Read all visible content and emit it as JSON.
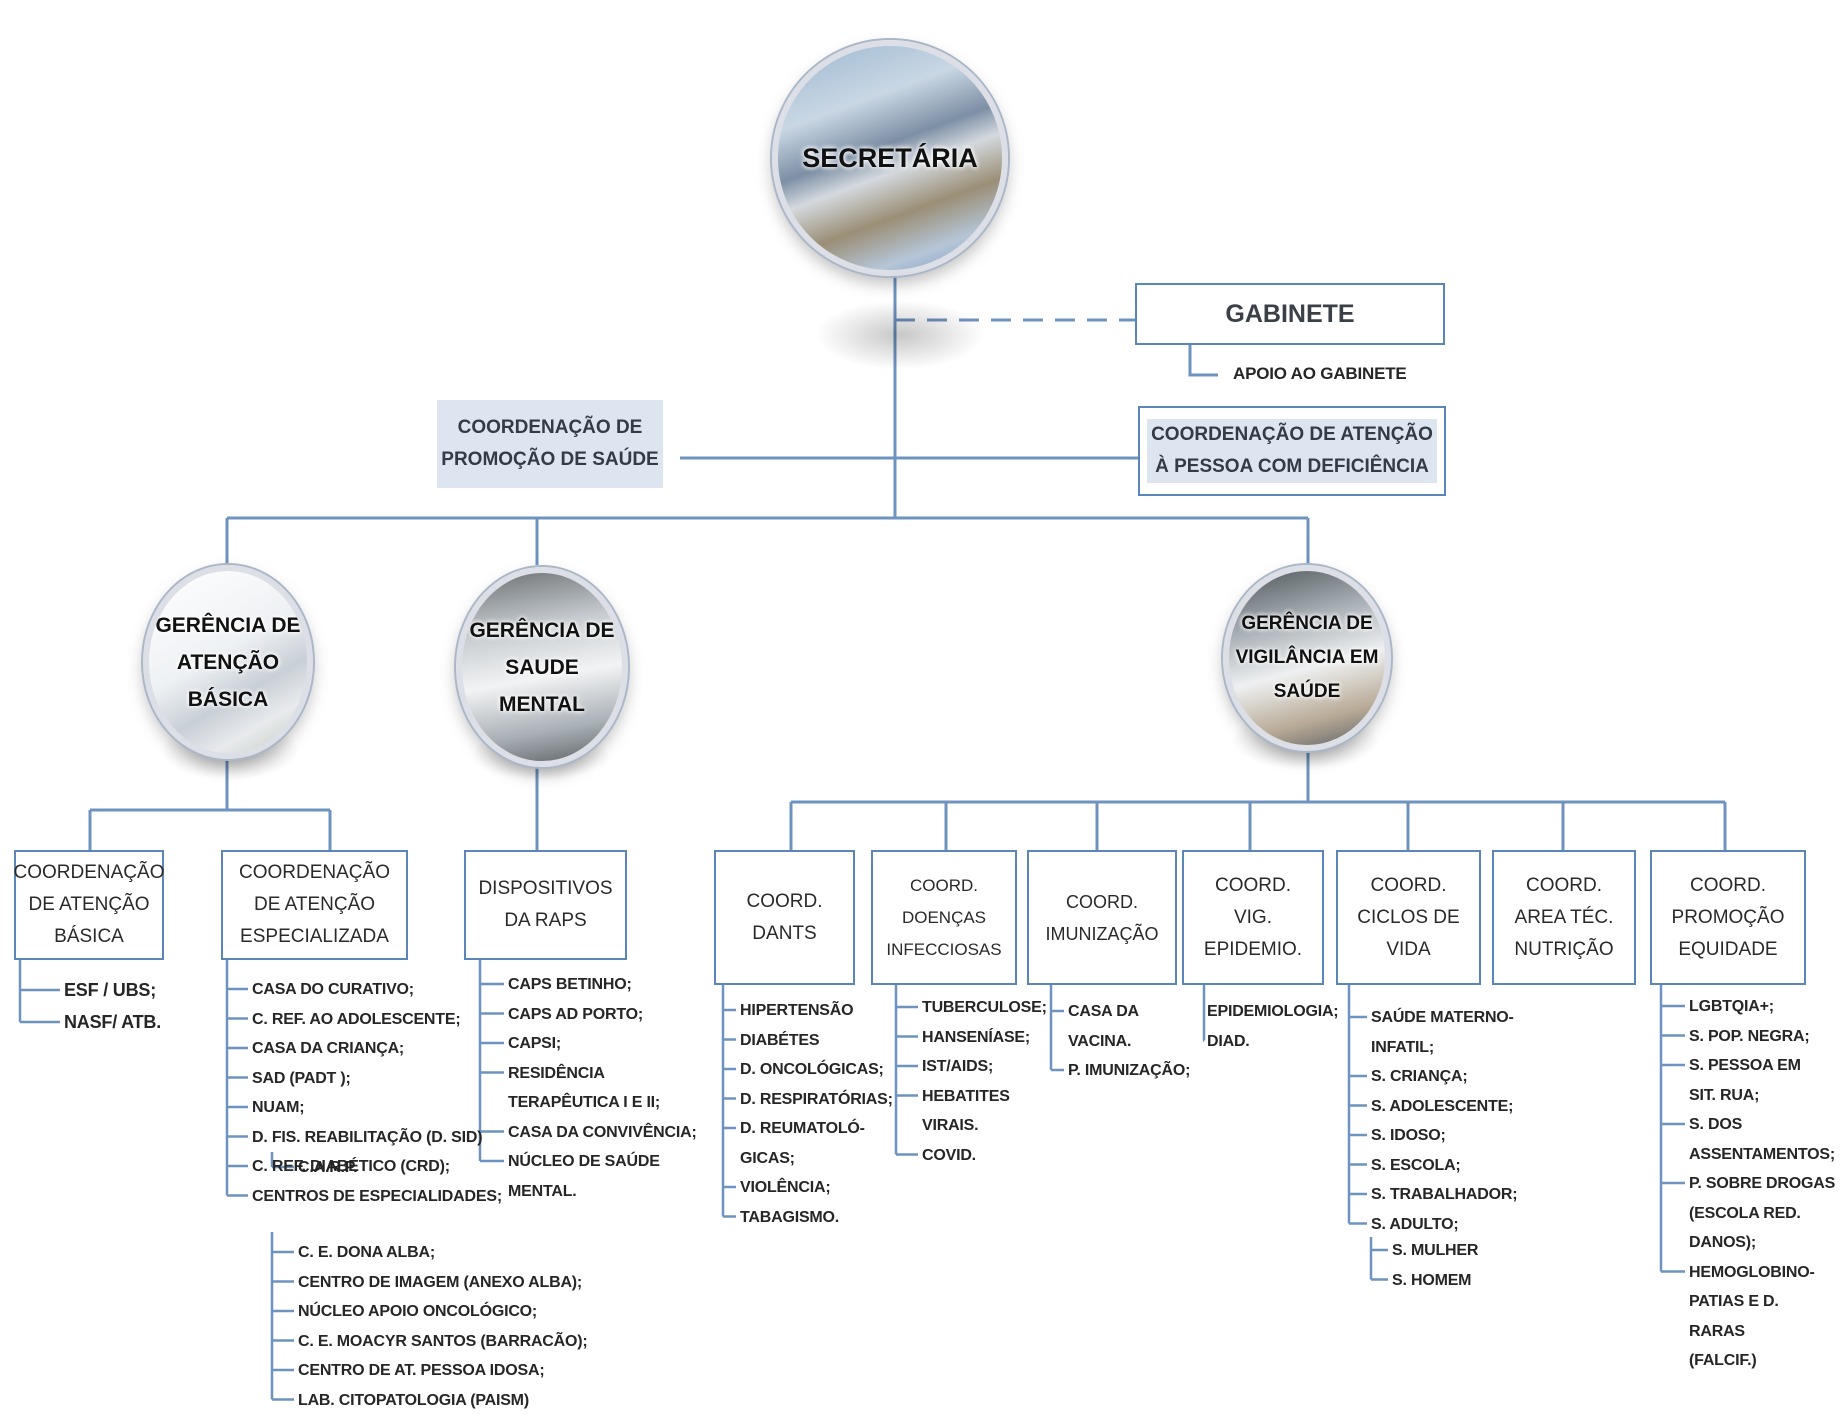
{
  "top": {
    "label": "SECRETÁRIA"
  },
  "gabinete": {
    "label": "GABINETE",
    "child": "APOIO AO GABINETE"
  },
  "side_left": {
    "label": "COORDENAÇÃO DE\nPROMOÇÃO DE SAÚDE"
  },
  "side_right": {
    "label": "COORDENAÇÃO DE ATENÇÃO\nÀ PESSOA COM DEFICIÊNCIA"
  },
  "managers": [
    {
      "label": "GERÊNCIA DE\nATENÇÃO BÁSICA"
    },
    {
      "label": "GERÊNCIA DE\nSAUDE MENTAL"
    },
    {
      "label": "GERÊNCIA DE\nVIGILÂNCIA EM SAÚDE"
    }
  ],
  "units": [
    {
      "label": "COORDENAÇÃO\nDE ATENÇÃO\nBÁSICA",
      "items": [
        "ESF / UBS;",
        "NASF/ ATB."
      ]
    },
    {
      "label": "COORDENAÇÃO\nDE ATENÇÃO\nESPECIALIZADA",
      "items": [
        "CASA DO CURATIVO;",
        "C. REF. AO ADOLESCENTE;",
        "CASA DA CRIANÇA;",
        "SAD (PADT );",
        "NUAM;",
        "D. FIS. REABILITAÇÃO (D. SID)",
        "C. REF. DIABÉTICO (CRD);",
        "CENTROS DE ESPECIALIDADES;"
      ],
      "sub_fis": [
        "C.A.R.P."
      ],
      "sub_centros": [
        "C. E. DONA ALBA;",
        "CENTRO DE IMAGEM (ANEXO ALBA);",
        "NÚCLEO APOIO ONCOLÓGICO;",
        "C. E. MOACYR SANTOS (BARRACÃO);",
        "CENTRO DE AT. PESSOA IDOSA;",
        "LAB. CITOPATOLOGIA (PAISM)"
      ]
    },
    {
      "label": "DISPOSITIVOS\nDA RAPS",
      "items": [
        "CAPS BETINHO;",
        "CAPS AD PORTO;",
        "CAPSI;",
        "RESIDÊNCIA",
        "TERAPÊUTICA I E II;",
        "CASA DA CONVIVÊNCIA;",
        "NÚCLEO DE SAÚDE",
        "MENTAL."
      ]
    },
    {
      "label": "COORD.\nDANTS",
      "items": [
        "HIPERTENSÃO",
        "DIABÉTES",
        "D. ONCOLÓGICAS;",
        "D. RESPIRATÓRIAS;",
        "D. REUMATOLÓ-",
        "GICAS;",
        "VIOLÊNCIA;",
        "TABAGISMO."
      ]
    },
    {
      "label": "COORD.\nDOENÇAS\nINFECCIOSAS",
      "items": [
        "TUBERCULOSE;",
        "HANSENÍASE;",
        "IST/AIDS;",
        "HEBATITES",
        "VIRAIS.",
        "COVID."
      ]
    },
    {
      "label": "COORD.\nIMUNIZAÇÃO",
      "items": [
        "CASA DA",
        "VACINA.",
        "P. IMUNIZAÇÃO;"
      ]
    },
    {
      "label": "COORD.\nVIG.\nEPIDEMIO.",
      "items": [
        "EPIDEMIOLOGIA;",
        "DIAD."
      ]
    },
    {
      "label": "COORD.\nCICLOS DE\nVIDA",
      "items": [
        "SAÚDE MATERNO-",
        "INFATIL;",
        "S. CRIANÇA;",
        "S. ADOLESCENTE;",
        "S. IDOSO;",
        "S. ESCOLA;",
        "S. TRABALHADOR;",
        "S. ADULTO;"
      ],
      "sub_adulto": [
        "S. MULHER",
        "S. HOMEM"
      ]
    },
    {
      "label": "COORD.\nAREA TÉC.\nNUTRIÇÃO",
      "items": []
    },
    {
      "label": "COORD.\nPROMOÇÃO\nEQUIDADE",
      "items": [
        "LGBTQIA+;",
        "S. POP. NEGRA;",
        "S. PESSOA EM",
        "SIT. RUA;",
        "S. DOS",
        "ASSENTAMENTOS;",
        "P. SOBRE DROGAS",
        "(ESCOLA RED.",
        "DANOS);",
        "HEMOGLOBINO-",
        "PATIAS E D.",
        "RARAS",
        "(FALCIF.)"
      ]
    }
  ]
}
